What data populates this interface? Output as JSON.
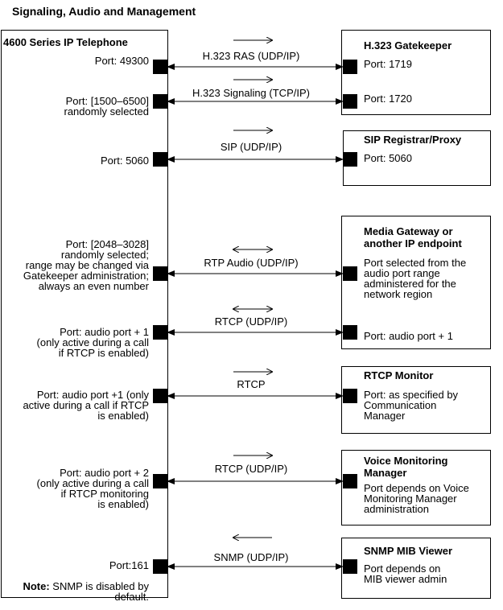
{
  "title": "Signaling, Audio and Management",
  "phone": {
    "name": "4600 Series IP Telephone"
  },
  "rows": [
    {
      "phone_port": "Port: 49300",
      "protocol": "H.323 RAS (UDP/IP)",
      "direction": "right",
      "server_title": "H.323 Gatekeeper",
      "server_port": "Port: 1719"
    },
    {
      "phone_port": "Port: [1500–6500]\nrandomly selected",
      "protocol": "H.323 Signaling (TCP/IP)",
      "direction": "right",
      "server_title": "",
      "server_port": "Port: 1720"
    },
    {
      "phone_port": "Port: 5060",
      "protocol": "SIP (UDP/IP)",
      "direction": "right",
      "server_title": "SIP Registrar/Proxy",
      "server_port": "Port: 5060"
    },
    {
      "phone_port": "Port: [2048–3028]\nrandomly selected;\nrange may be changed via\nGatekeeper administration;\nalways an even number",
      "protocol": "RTP Audio (UDP/IP)",
      "direction": "both",
      "server_title": "Media Gateway or\nanother IP endpoint",
      "server_port": "Port selected from the\naudio port range\nadministered for the\nnetwork region"
    },
    {
      "phone_port": "Port: audio port + 1\n(only active during a call\nif RTCP is enabled)",
      "protocol": "RTCP (UDP/IP)",
      "direction": "both",
      "server_title": "",
      "server_port": "Port: audio port + 1"
    },
    {
      "phone_port": "Port: audio port +1 (only\nactive during a call if RTCP\nis enabled)",
      "protocol": "RTCP",
      "direction": "right",
      "server_title": "RTCP Monitor",
      "server_port": "Port: as specified by\nCommunication\nManager"
    },
    {
      "phone_port": "Port: audio port + 2\n(only active during a call\nif RTCP monitoring\nis enabled)",
      "protocol": "RTCP (UDP/IP)",
      "direction": "right",
      "server_title": "Voice Monitoring\nManager",
      "server_port": "Port depends on Voice\nMonitoring Manager\nadministration"
    },
    {
      "phone_port": "Port:161",
      "phone_note_label": "Note:",
      "phone_note_text": " SNMP is disabled by\ndefault.",
      "protocol": "SNMP (UDP/IP)",
      "direction": "left",
      "server_title": "SNMP MIB Viewer",
      "server_port": "Port depends on\nMIB viewer admin"
    }
  ]
}
